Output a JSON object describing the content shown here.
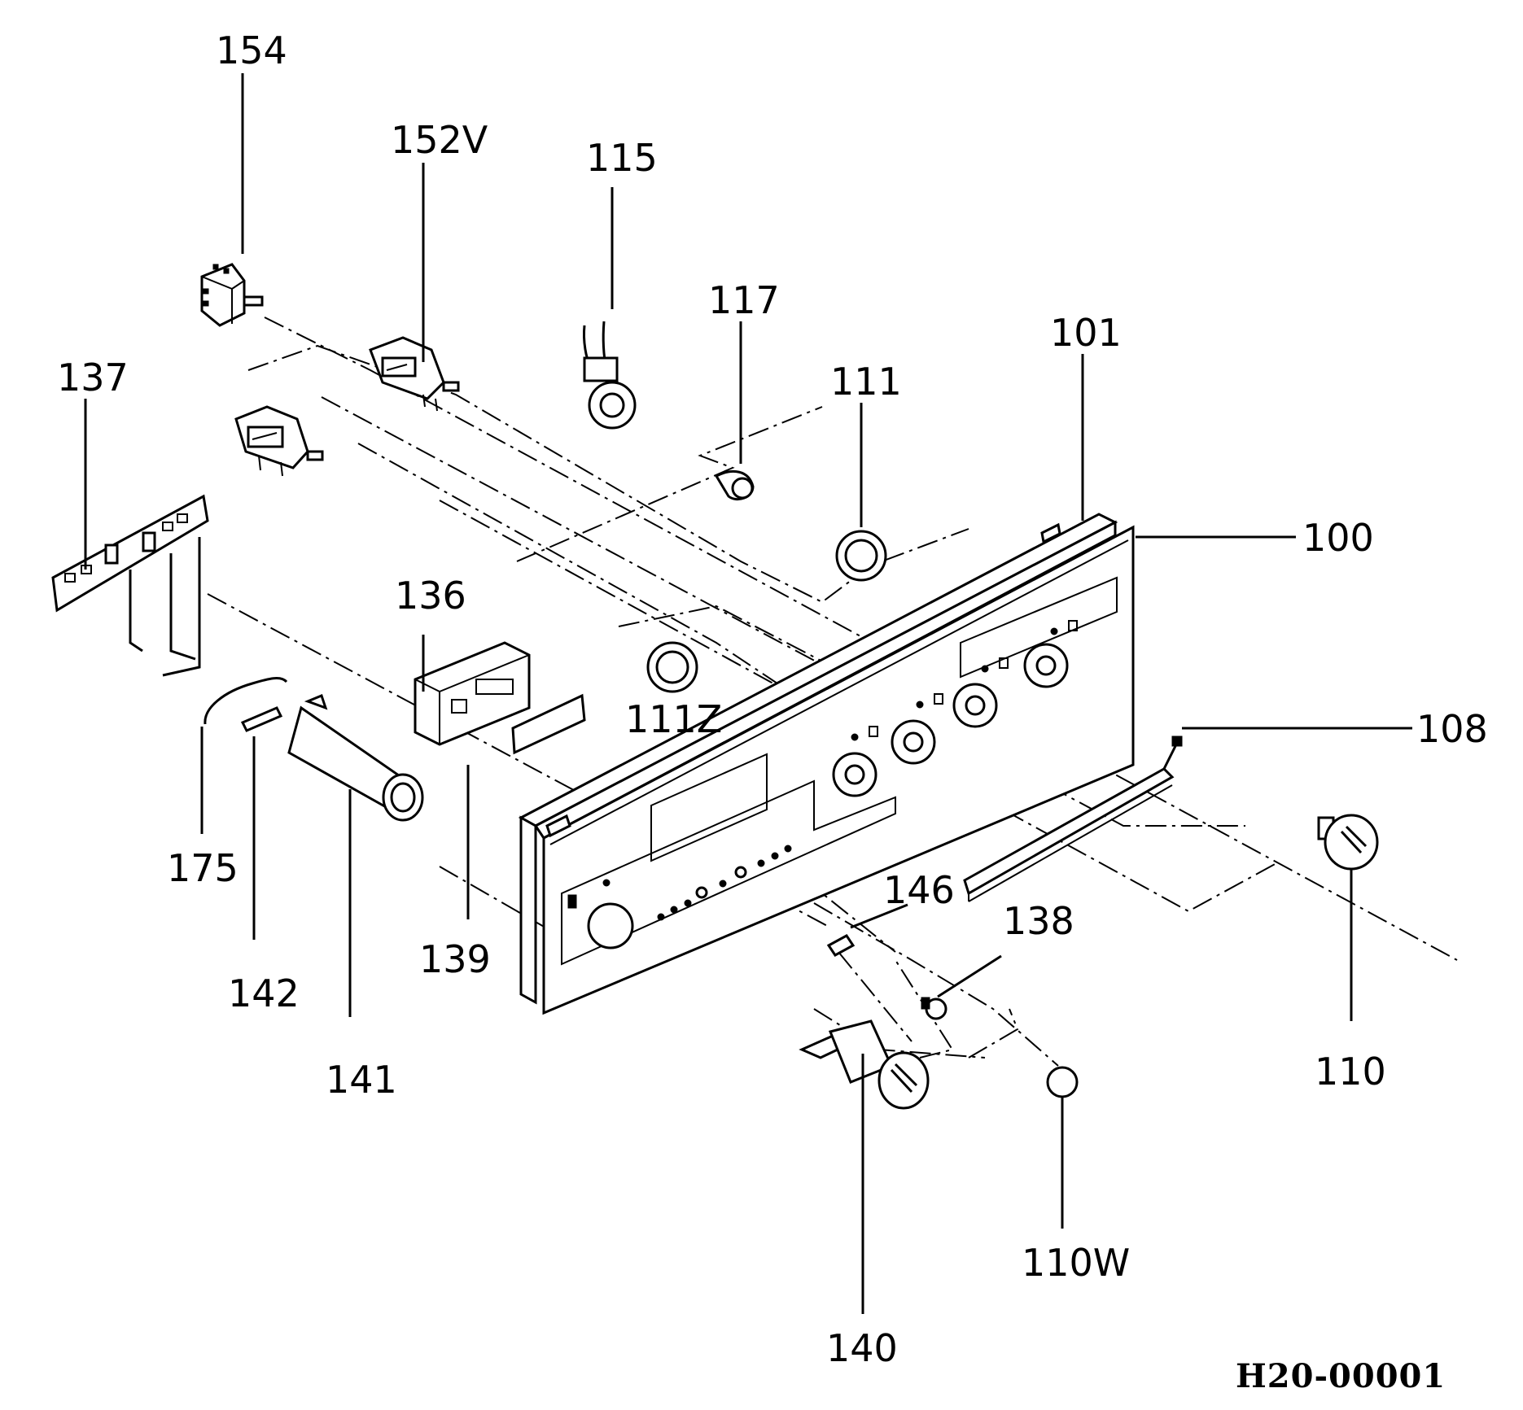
{
  "diagram": {
    "drawing_code": "H20-00001",
    "parts": [
      {
        "id": "p154",
        "label": "154"
      },
      {
        "id": "p152v",
        "label": "152V"
      },
      {
        "id": "p115",
        "label": "115"
      },
      {
        "id": "p117",
        "label": "117"
      },
      {
        "id": "p101",
        "label": "101"
      },
      {
        "id": "p111",
        "label": "111"
      },
      {
        "id": "p137",
        "label": "137"
      },
      {
        "id": "p100",
        "label": "100"
      },
      {
        "id": "p136",
        "label": "136"
      },
      {
        "id": "p111z",
        "label": "111Z"
      },
      {
        "id": "p108",
        "label": "108"
      },
      {
        "id": "p146",
        "label": "146"
      },
      {
        "id": "p138",
        "label": "138"
      },
      {
        "id": "p175",
        "label": "175"
      },
      {
        "id": "p139",
        "label": "139"
      },
      {
        "id": "p142",
        "label": "142"
      },
      {
        "id": "p141",
        "label": "141"
      },
      {
        "id": "p110",
        "label": "110"
      },
      {
        "id": "p110w",
        "label": "110W"
      },
      {
        "id": "p140",
        "label": "140"
      }
    ]
  }
}
